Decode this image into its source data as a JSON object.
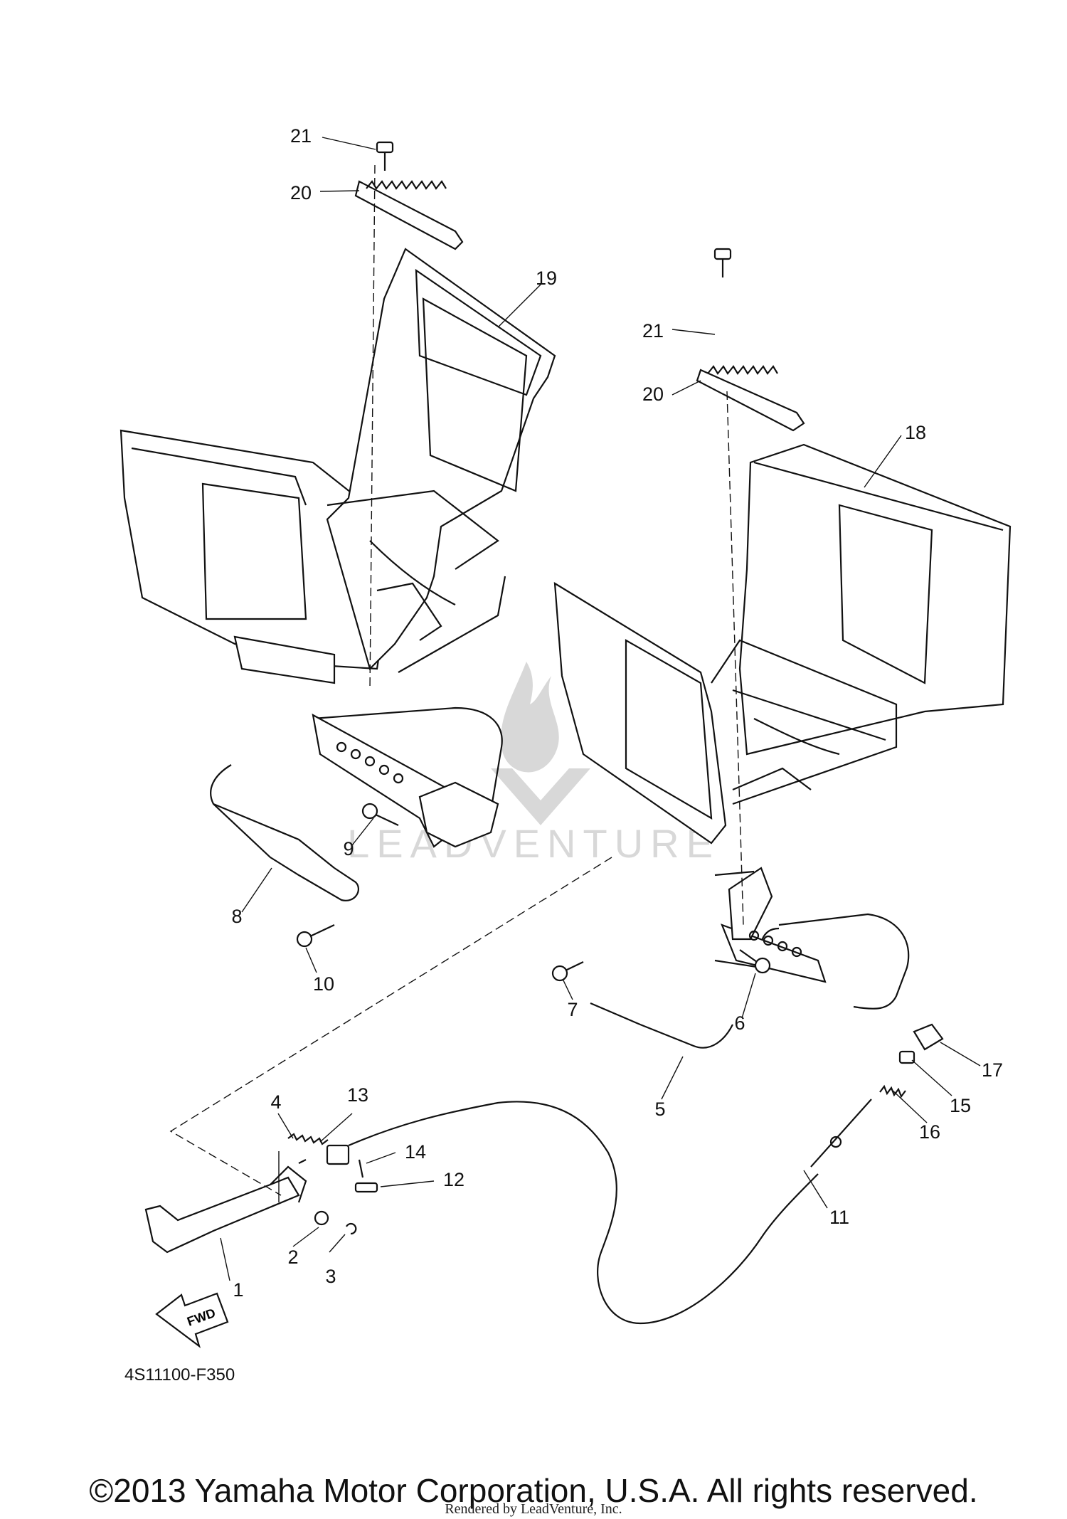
{
  "diagram": {
    "drawing_code": "4S11100-F350",
    "fwd_label": "FWD",
    "watermark_text": "LEADVENTURE",
    "callouts": [
      "21",
      "20",
      "19",
      "21",
      "20",
      "18",
      "9",
      "8",
      "10",
      "6",
      "7",
      "5",
      "17",
      "15",
      "16",
      "4",
      "13",
      "14",
      "12",
      "11",
      "1",
      "2",
      "3"
    ]
  },
  "footer": {
    "copyright": "©2013 Yamaha Motor Corporation, U.S.A. All rights reserved.",
    "rendered_by": "Rendered by LeadVenture, Inc."
  }
}
